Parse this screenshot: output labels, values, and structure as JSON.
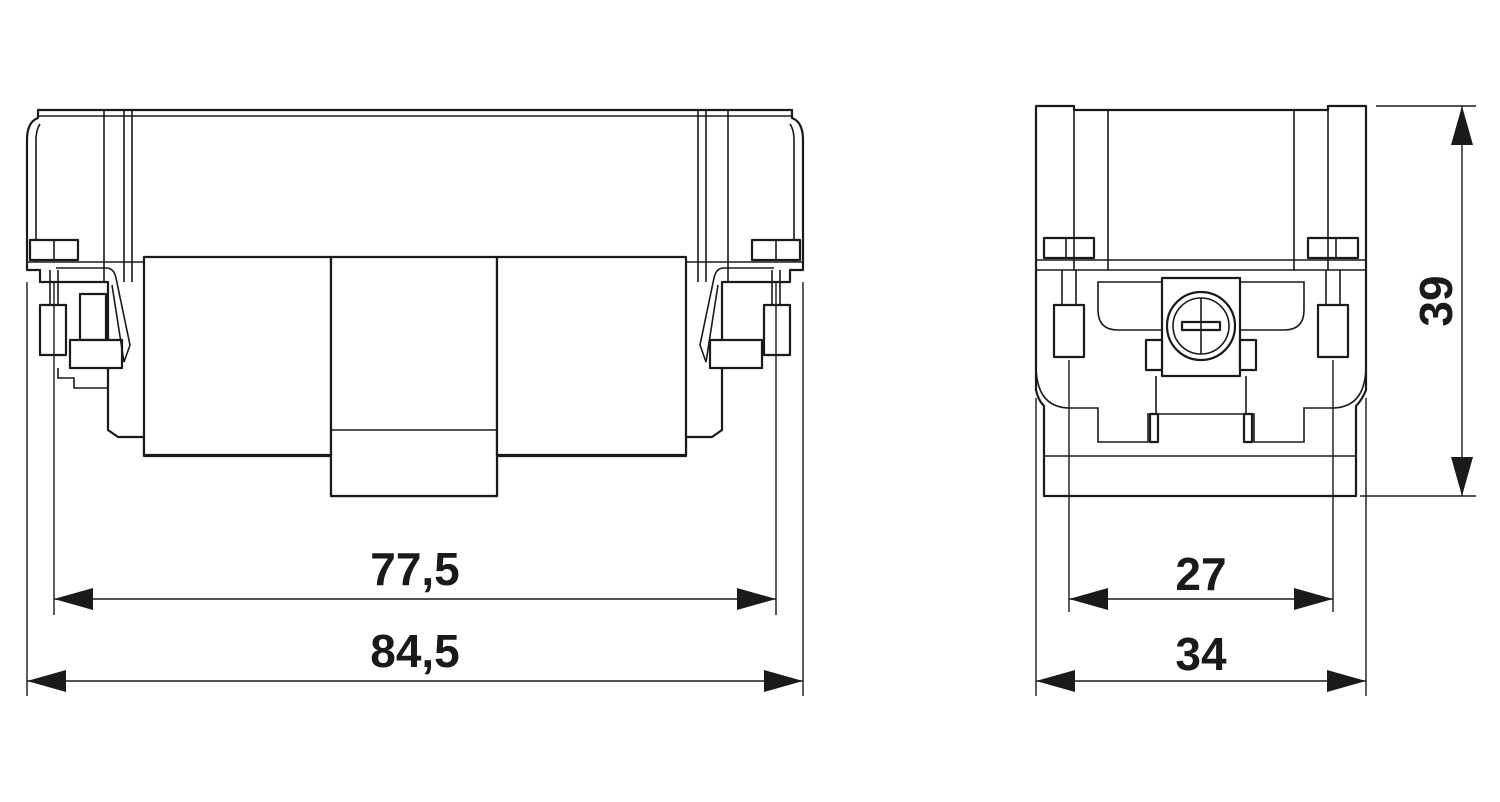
{
  "dimensions": {
    "front_inner_width": "77,5",
    "front_outer_width": "84,5",
    "side_inner_width": "27",
    "side_outer_width": "34",
    "side_height": "39"
  },
  "colors": {
    "line": "#1a1a1a",
    "background": "#ffffff"
  }
}
